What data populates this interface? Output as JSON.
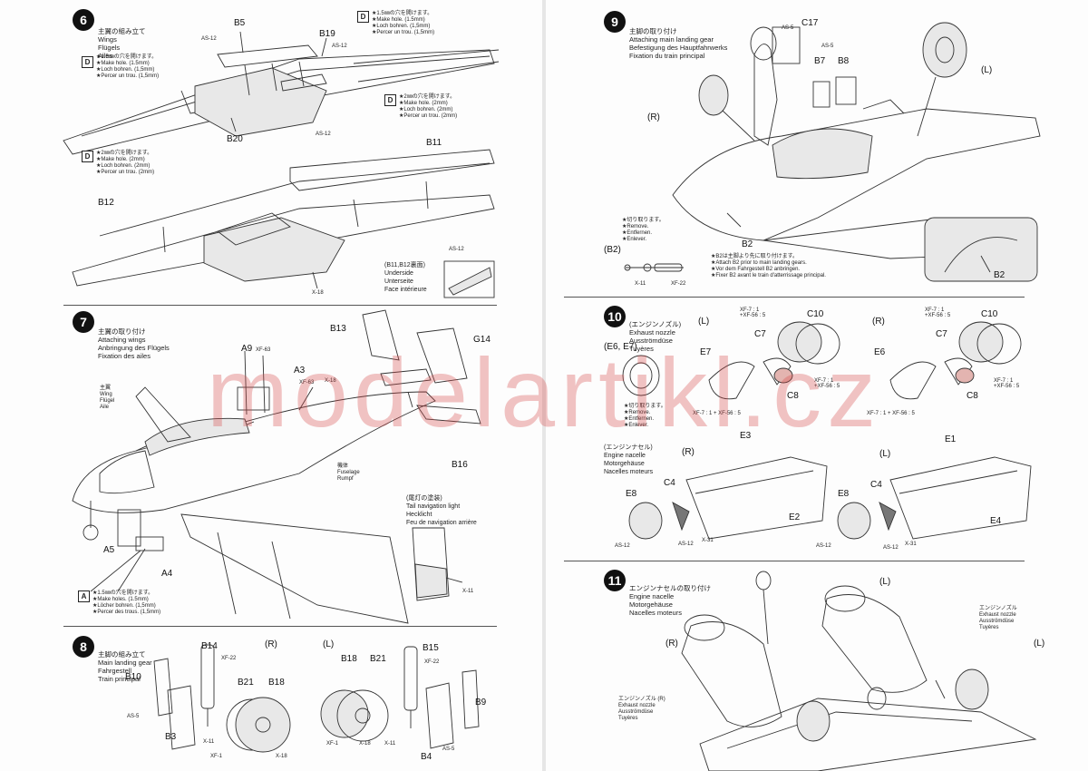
{
  "watermark": "modelartikl.cz",
  "steps": {
    "s6": {
      "num": "6",
      "t1": "主翼の組み立て",
      "t2": "Wings",
      "t3": "Flügels",
      "t4": "Ailes",
      "labels": {
        "b5": "B5",
        "b19": "B19",
        "b20": "B20",
        "b11": "B11",
        "b12": "B12",
        "as12a": "AS-12",
        "as12b": "AS-12",
        "as12c": "AS-12",
        "as12d": "AS-12",
        "x18": "X-18"
      },
      "note_15a": {
        "jp": "★1.5㎜の穴を開けます。",
        "en": "★Make hole. (1.5mm)",
        "de": "★Loch bohren. (1,5mm)",
        "fr": "★Percer un trou. (1,5mm)"
      },
      "note_15b": {
        "jp": "★1.5㎜の穴を開けます。",
        "en": "★Make hole. (1.5mm)",
        "de": "★Loch bohren. (1,5mm)",
        "fr": "★Percer un trou. (1,5mm)"
      },
      "note_2a": {
        "jp": "★2㎜の穴を開けます。",
        "en": "★Make hole. (2mm)",
        "de": "★Loch bohren. (2mm)",
        "fr": "★Percer un trou. (2mm)"
      },
      "note_2b": {
        "jp": "★2㎜の穴を開けます。",
        "en": "★Make hole. (2mm)",
        "de": "★Loch bohren. (2mm)",
        "fr": "★Percer un trou. (2mm)"
      },
      "dmark": "D",
      "underside": {
        "jp": "(B11,B12裏面)",
        "en": "Underside",
        "de": "Unterseite",
        "fr": "Face intérieure"
      }
    },
    "s7": {
      "num": "7",
      "t1": "主翼の取り付け",
      "t2": "Attaching wings",
      "t3": "Anbringung des Flügels",
      "t4": "Fixation des ailes",
      "labels": {
        "b13": "B13",
        "g14": "G14",
        "a9": "A9",
        "xf63a": "XF-63",
        "a3": "A3",
        "xf63b": "XF-63",
        "x18": "X-18",
        "b16": "B16",
        "a5": "A5",
        "a4": "A4",
        "x11": "X-11"
      },
      "wing": {
        "jp": "主翼",
        "en": "Wing",
        "de": "Flügel",
        "fr": "Aile"
      },
      "fuselage": {
        "jp": "機体",
        "en": "Fuselage",
        "de": "Rumpf"
      },
      "tail": {
        "jp": "(尾灯の塗装)",
        "en": "Tail navigation light",
        "de": "Hecklicht",
        "fr": "Feu de navigation arrière"
      },
      "amark": "A",
      "note_a": {
        "jp": "★1.5㎜の穴を開けます。",
        "en": "★Make holes. (1.5mm)",
        "de": "★Löcher bohren. (1,5mm)",
        "fr": "★Percer des trous. (1,5mm)"
      }
    },
    "s8": {
      "num": "8",
      "t1": "主脚の組み立て",
      "t2": "Main landing gear",
      "t3": "Fahrgestell",
      "t4": "Train principal",
      "labels": {
        "r": "(R)",
        "l": "(L)",
        "b14": "B14",
        "xf22a": "XF-22",
        "b10": "B10",
        "as5a": "AS-5",
        "b21a": "B21",
        "b18a": "B18",
        "b3": "B3",
        "x11a": "X-11",
        "xf1a": "XF-1",
        "x18a": "X-18",
        "b18b": "B18",
        "b21b": "B21",
        "b15": "B15",
        "xf22b": "XF-22",
        "b9": "B9",
        "xf1b": "XF-1",
        "x18b": "X-18",
        "x11b": "X-11",
        "b4": "B4",
        "as5b": "AS-5"
      }
    },
    "s9": {
      "num": "9",
      "t1": "主脚の取り付け",
      "t2": "Attaching main landing gear",
      "t3": "Befestigung des Hauptfahrwerks",
      "t4": "Fixation du train principal",
      "labels": {
        "c17": "C17",
        "as5a": "AS-5",
        "as5b": "AS-5",
        "b7": "B7",
        "b8": "B8",
        "l": "(L)",
        "r": "(R)",
        "b2a": "B2",
        "b2b": "B2",
        "b2c": "(B2)",
        "x11": "X-11",
        "xf22": "XF-22"
      },
      "remove": {
        "jp": "★切り取ります。",
        "en": "★Remove.",
        "de": "★Entfernen.",
        "fr": "★Enlever."
      },
      "attach": {
        "jp": "★B2は主脚より先に取り付けます。",
        "en": "★Attach B2 prior to main landing gears.",
        "de": "★Vor dem Fahrgestell B2 anbringen.",
        "fr": "★Fixer B2 avant le train d'atterrissage principal."
      }
    },
    "s10": {
      "num": "10",
      "t1": "(エンジンノズル)",
      "t2": "Exhaust nozzle",
      "t3": "Ausströmdüse",
      "t4": "Tuyères",
      "labels": {
        "l": "(L)",
        "r": "(R)",
        "c10a": "C10",
        "c10b": "C10",
        "c7a": "C7",
        "c7b": "C7",
        "e7": "E7",
        "e6": "E6",
        "c8a": "C8",
        "c8b": "C8",
        "e6e7": "(E6, E7)",
        "mixa": "XF-7 : 1\n+XF-56 : 5",
        "mixb": "XF-7 : 1\n+XF-56 : 5",
        "mixc": "XF-7 : 1\n+XF-56 : 5",
        "mixd": "XF-7 : 1\n+XF-56 : 5",
        "mixe": "XF-7 : 1 + XF-56 : 5",
        "mixf": "XF-7 : 1 + XF-56 : 5"
      },
      "remove": {
        "jp": "★切り取ります。",
        "en": "★Remove.",
        "de": "★Entfernen.",
        "fr": "★Enlever."
      },
      "nacelle": {
        "jp": "(エンジンナセル)",
        "en": "Engine nacelle",
        "de": "Motorgehäuse",
        "fr": "Nacelles moteurs"
      },
      "nlabels": {
        "r": "(R)",
        "l": "(L)",
        "e3": "E3",
        "e1": "E1",
        "e8a": "E8",
        "e8b": "E8",
        "c4a": "C4",
        "c4b": "C4",
        "e2": "E2",
        "e4": "E4",
        "as12a": "AS-12",
        "as12b": "AS-12",
        "as12c": "AS-12",
        "as12d": "AS-12",
        "x31a": "X-31",
        "x31b": "X-31"
      }
    },
    "s11": {
      "num": "11",
      "t1": "エンジンナセルの取り付け",
      "t2": "Engine nacelle",
      "t3": "Motorgehäuse",
      "t4": "Nacelles moteurs",
      "labels": {
        "l": "(L)",
        "r": "(R)",
        "ll": "(L)"
      },
      "nozzle_r": {
        "jp": "エンジンノズル",
        "tag": "(R)",
        "en": "Exhaust nozzle",
        "de": "Ausströmdüse",
        "fr": "Tuyères"
      },
      "nozzle_l": {
        "jp": "エンジンノズル",
        "en": "Exhaust nozzle",
        "de": "Ausströmdüse",
        "fr": "Tuyères"
      }
    }
  }
}
